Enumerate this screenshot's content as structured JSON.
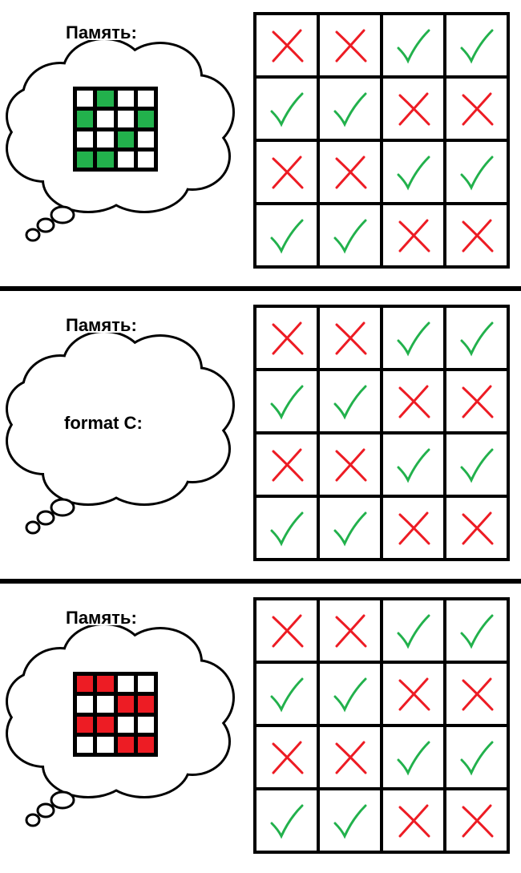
{
  "panels": [
    {
      "title": "Память:",
      "memory_state": "green",
      "memory_grid": [
        [
          0,
          1,
          0,
          0
        ],
        [
          1,
          0,
          0,
          1
        ],
        [
          0,
          0,
          1,
          0
        ],
        [
          1,
          1,
          0,
          0
        ]
      ],
      "thought_text": null
    },
    {
      "title": "Память:",
      "memory_state": "erased",
      "memory_grid": null,
      "thought_text": "format C:"
    },
    {
      "title": "Память:",
      "memory_state": "red",
      "memory_grid": [
        [
          1,
          1,
          0,
          0
        ],
        [
          0,
          0,
          1,
          1
        ],
        [
          1,
          1,
          0,
          0
        ],
        [
          0,
          0,
          1,
          1
        ]
      ],
      "thought_text": null
    }
  ],
  "answer_grid": [
    [
      "x",
      "x",
      "check",
      "check"
    ],
    [
      "check",
      "check",
      "x",
      "x"
    ],
    [
      "x",
      "x",
      "check",
      "check"
    ],
    [
      "check",
      "check",
      "x",
      "x"
    ]
  ],
  "colors": {
    "green": "#22b14c",
    "red": "#ed1c24",
    "check": "#22b14c",
    "cross": "#ed1c24"
  }
}
